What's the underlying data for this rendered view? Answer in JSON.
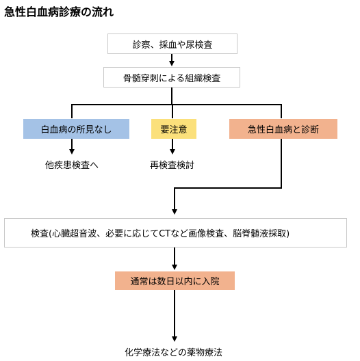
{
  "title": "急性白血病診療の流れ",
  "steps": {
    "exam": "診察、採血や尿検査",
    "marrow": "骨髄穿刺による組織検査",
    "no_findings": "白血病の所見なし",
    "caution": "要注意",
    "diagnosis": "急性白血病と診断",
    "other_exam": "他疾患検査へ",
    "reexam": "再検査検討",
    "tests": "検査(心臓超音波、必要に応じてCTなど画像検査、脳脊髄液採取)",
    "admission": "通常は数日以内に入院",
    "treatment": "化学療法などの薬物療法"
  },
  "colors": {
    "no_findings_fill": "#a4c2e6",
    "caution_fill": "#fbe07b",
    "diagnosis_fill": "#f2b28e",
    "admission_fill": "#f2b28e",
    "border": "#c8c8c8",
    "line": "#000000"
  }
}
